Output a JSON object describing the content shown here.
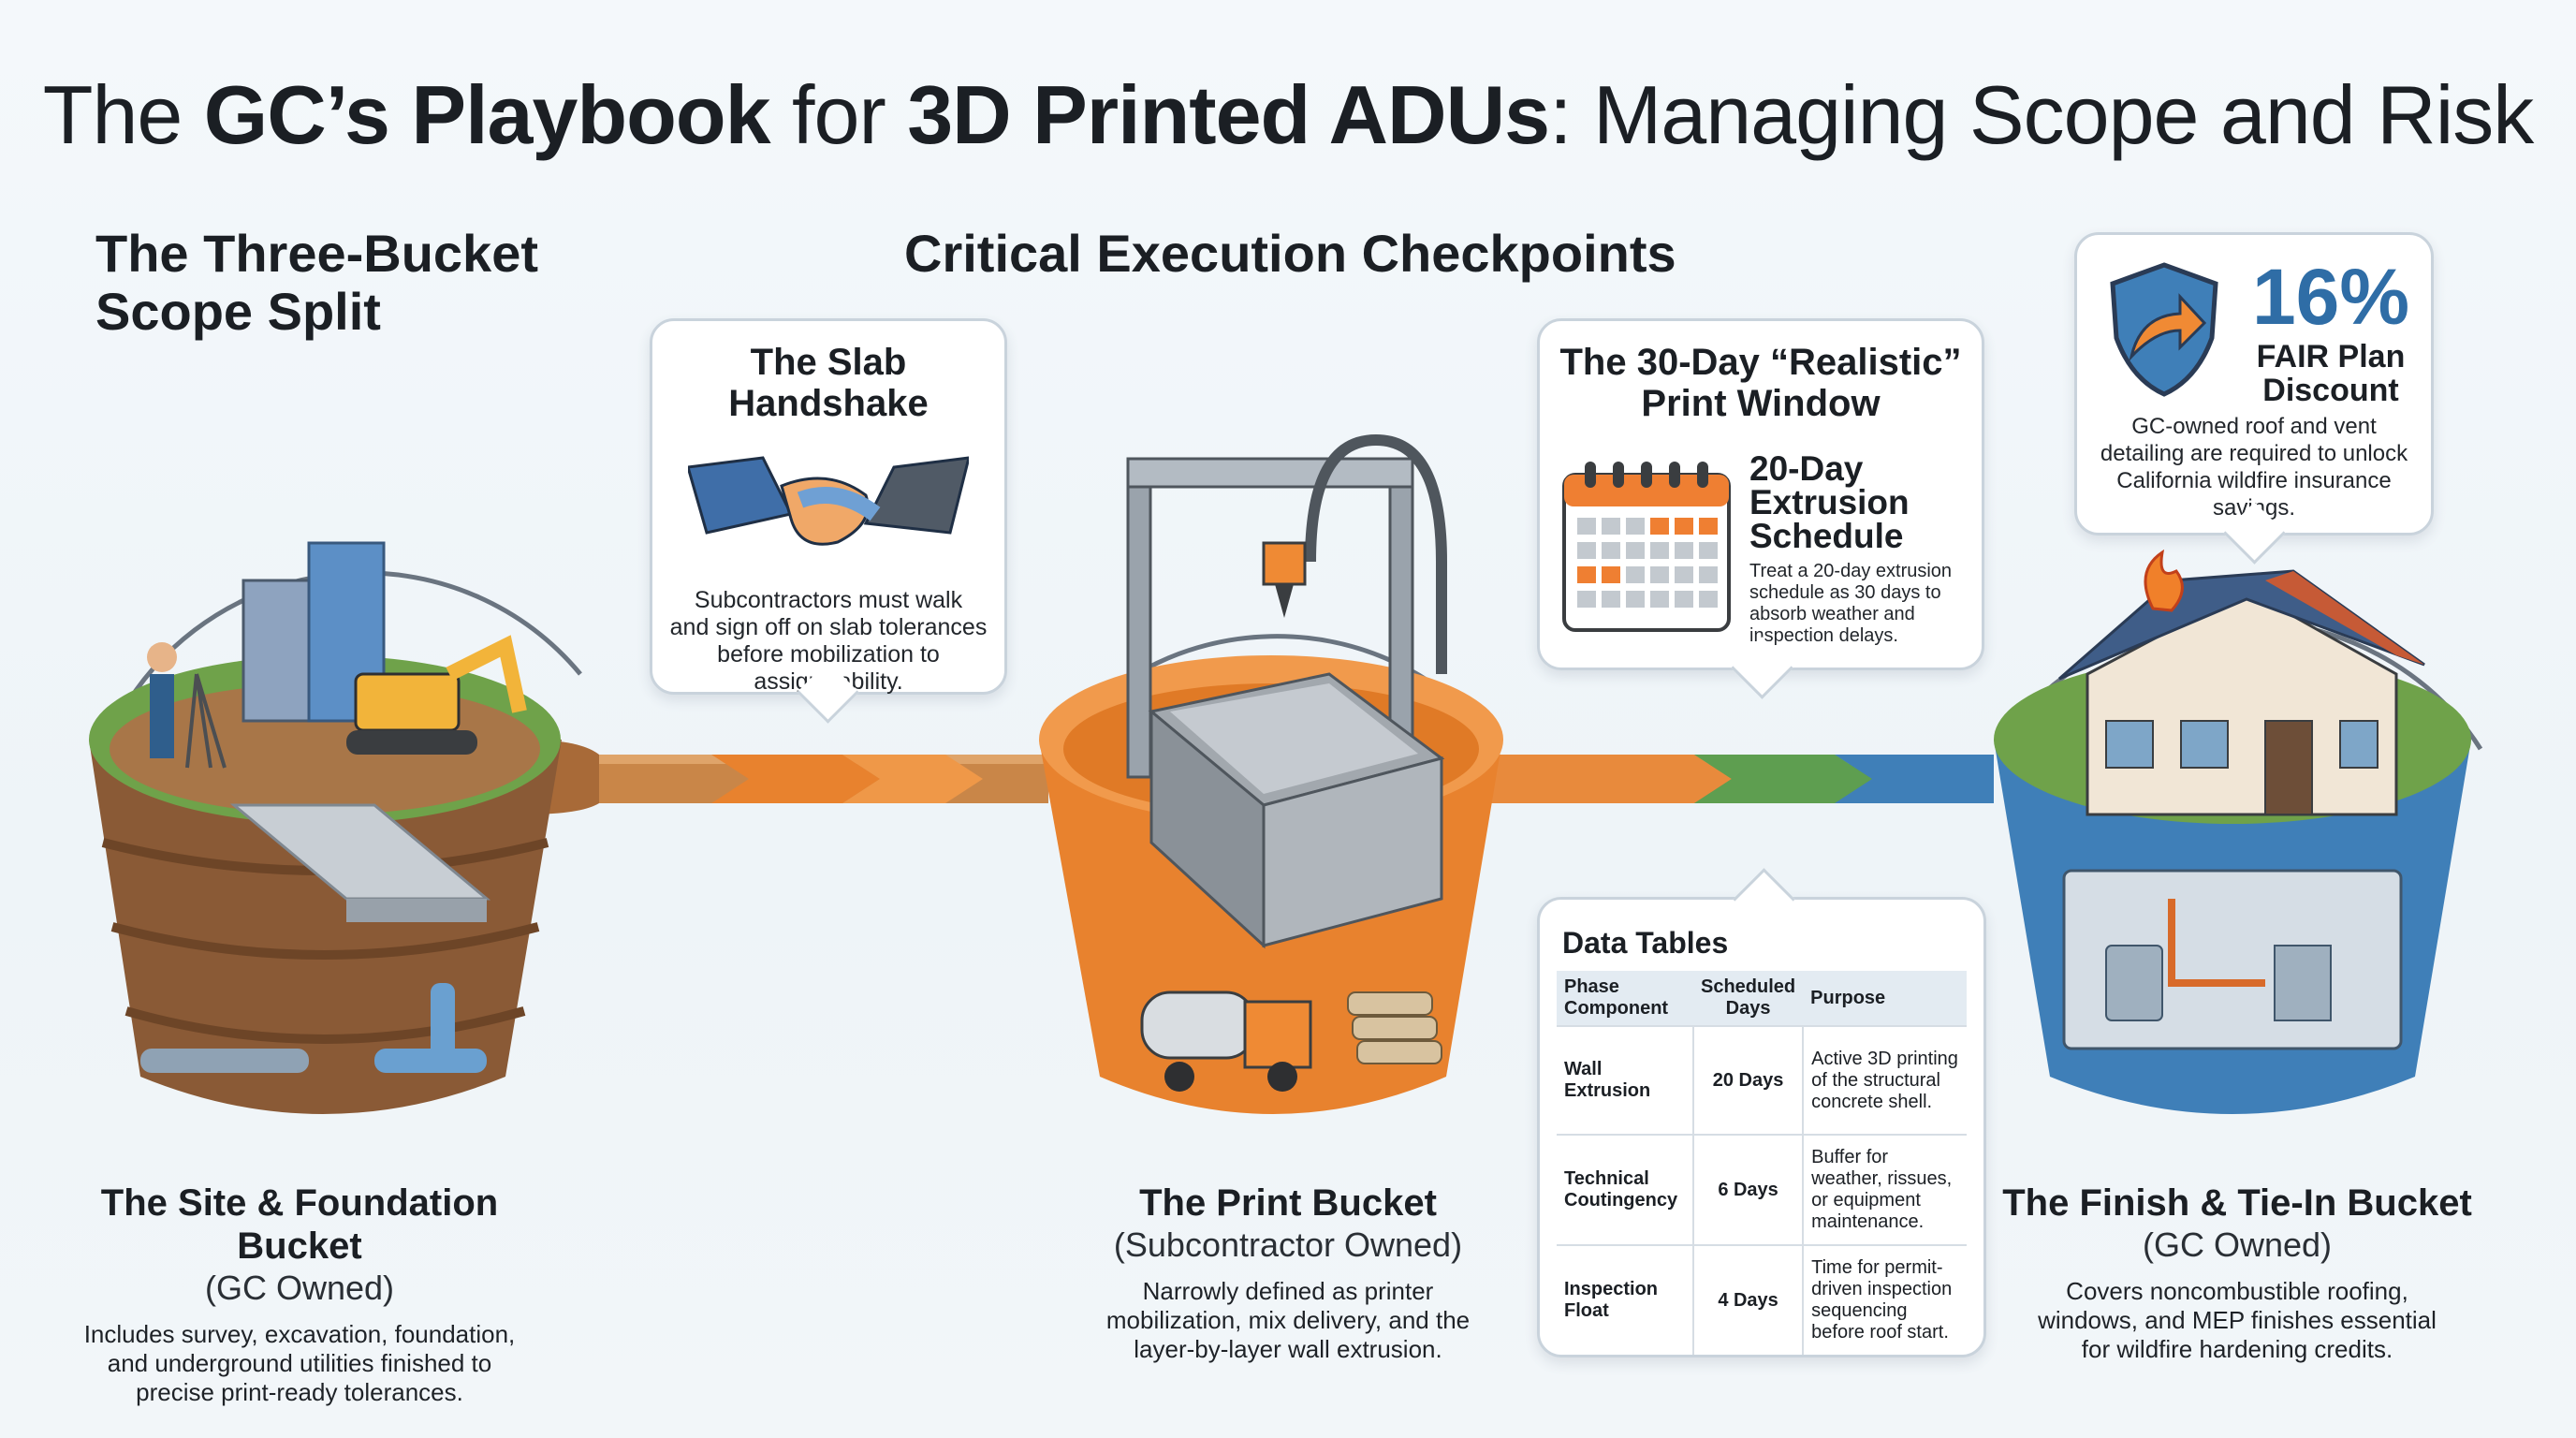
{
  "title": {
    "part1": "The ",
    "part2": "GC’s Playbook",
    "part3": " for ",
    "part4": "3D Printed ADUs",
    "part5": ": Managing Scope and Risk"
  },
  "sections": {
    "left_heading_line1": "The Three-Bucket",
    "left_heading_line2": "Scope Split",
    "center_heading": "Critical Execution Checkpoints"
  },
  "callouts": {
    "slab": {
      "title_line1": "The Slab",
      "title_line2": "Handshake",
      "body_line1": "Subcontractors must walk",
      "body_line2": "and sign off on slab tolerances",
      "body_line3": "before mobilization to",
      "body_line4": "assign liability."
    },
    "print_window": {
      "title_line1": "The 30-Day “Realistic”",
      "title_line2": "Print Window",
      "sub_line1": "20-Day",
      "sub_line2": "Extrusion",
      "sub_line3": "Schedule",
      "body_line1": "Treat a 20-day extrusion",
      "body_line2": "schedule as 30 days to",
      "body_line3": "absorb weather and",
      "body_line4": "inspection delays."
    },
    "insurance": {
      "stat": "16%",
      "stat_label_line1": "FAIR Plan",
      "stat_label_line2": "Discount",
      "body_line1": "GC-owned roof and vent",
      "body_line2": "detailing are required to unlock",
      "body_line3": "California wildfire insurance",
      "body_line4": "savings."
    }
  },
  "data_table": {
    "title": "Data Tables",
    "headers": [
      "Phase Component",
      "Scheduled Days",
      "Purpose"
    ],
    "rows": [
      {
        "component": "Wall Extrusion",
        "days": "20 Days",
        "purpose": "Active 3D printing of the structural concrete shell."
      },
      {
        "component": "Technical Coutingency",
        "days": "6 Days",
        "purpose": "Buffer for weather, rissues, or equipment maintenance."
      },
      {
        "component": "Inspection Float",
        "days": "4 Days",
        "purpose": "Time for permit-driven inspection sequencing before roof start."
      }
    ]
  },
  "buckets": {
    "site": {
      "name": "The Site & Foundation Bucket",
      "owner": "(GC Owned)",
      "desc_line1": "Includes survey, excavation, foundation,",
      "desc_line2": "and underground utilities finished to",
      "desc_line3": "precise print-ready tolerances.",
      "color": "#8a5a36"
    },
    "print": {
      "name": "The Print Bucket",
      "owner": "(Subcontractor Owned)",
      "desc_line1": "Narrowly defined as printer",
      "desc_line2": "mobilization, mix delivery, and the",
      "desc_line3": "layer-by-layer wall extrusion.",
      "color": "#e8822e"
    },
    "finish": {
      "name": "The Finish & Tie-In Bucket",
      "owner": "(GC Owned)",
      "desc_line1": "Covers noncombustible roofing,",
      "desc_line2": "windows, and MEP finishes essential",
      "desc_line3": "for wildfire hardening credits.",
      "color": "#3f7fb8"
    }
  },
  "icons": {
    "handshake": "handshake-icon",
    "calendar": "calendar-icon",
    "shield": "shield-arrow-icon",
    "fire": "fire-icon"
  }
}
